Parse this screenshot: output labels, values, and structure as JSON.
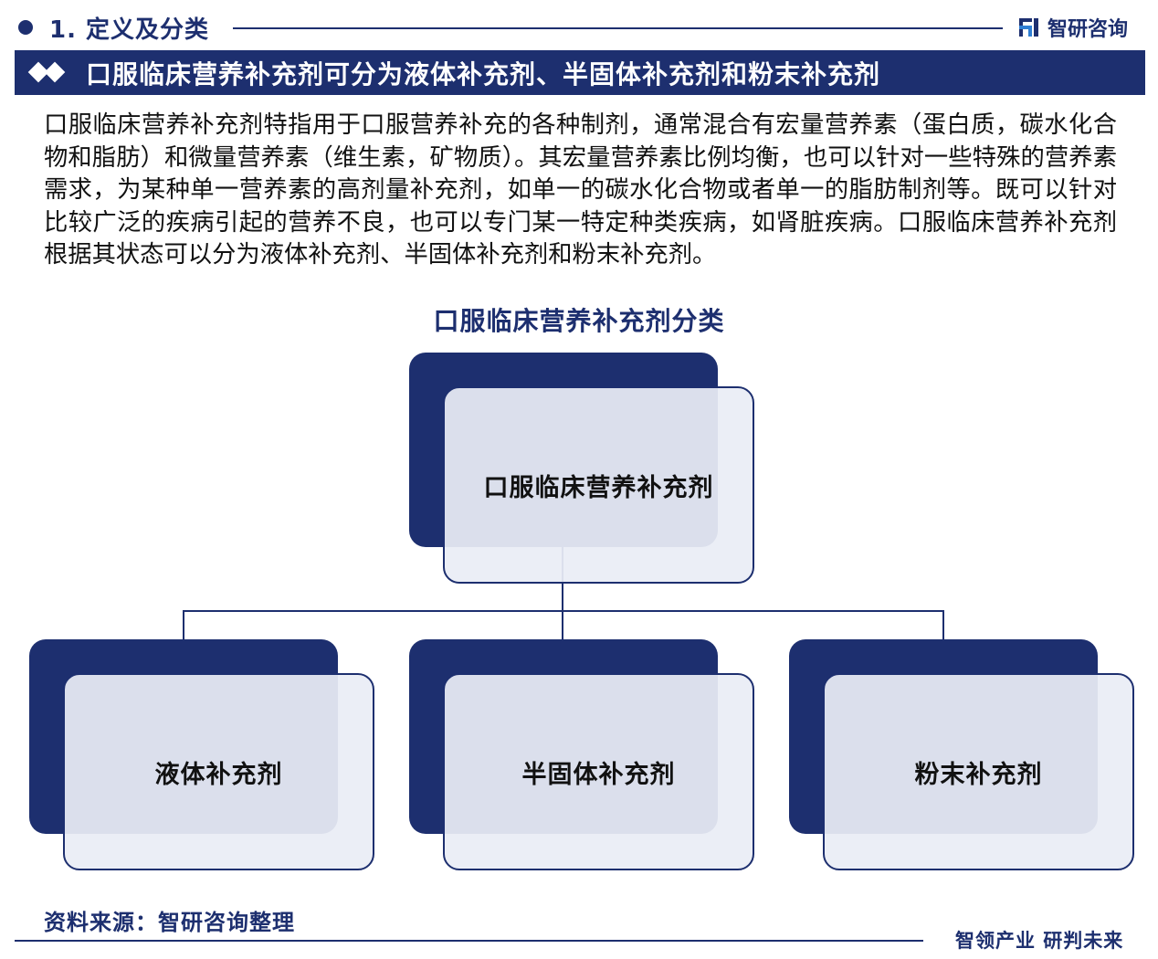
{
  "header": {
    "section_title": "1. 定义及分类",
    "brand_name": "智研咨询",
    "brand_logo_icon": "chyxx-logo-icon"
  },
  "banner": {
    "icon": "double-diamond-icon",
    "title": "口服临床营养补充剂可分为液体补充剂、半固体补充剂和粉末补充剂"
  },
  "intro": "口服临床营养补充剂特指用于口服营养补充的各种制剂，通常混合有宏量营养素（蛋白质，碳水化合物和脂肪）和微量营养素（维生素，矿物质）。其宏量营养素比例均衡，也可以针对一些特殊的营养素需求，为某种单一营养素的高剂量补充剂，如单一的碳水化合物或者单一的脂肪制剂等。既可以针对比较广泛的疾病引起的营养不良，也可以专门某一特定种类疾病，如肾脏疾病。口服临床营养补充剂根据其状态可以分为液体补充剂、半固体补充剂和粉末补充剂。",
  "diagram": {
    "title": "口服临床营养补充剂分类",
    "root": "口服临床营养补充剂",
    "children": [
      "液体补充剂",
      "半固体补充剂",
      "粉末补充剂"
    ]
  },
  "footer": {
    "source": "资料来源：智研咨询整理",
    "slogan": "智领产业 研判未来"
  },
  "colors": {
    "primary": "#1d2f6f",
    "box_fill": "#eaedf5"
  }
}
